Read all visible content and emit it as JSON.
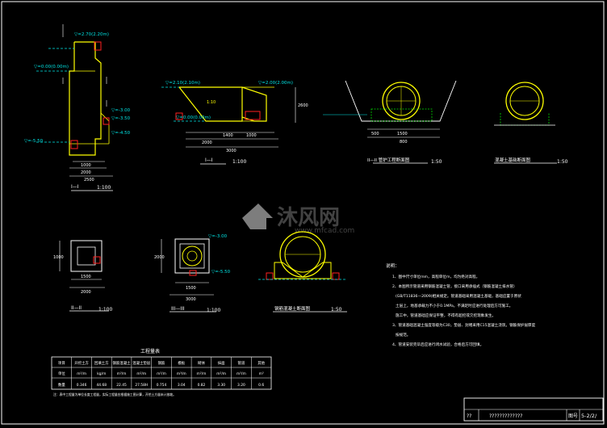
{
  "elevations": {
    "top_left": "▽=2.70(2.20m)",
    "left_water": "▽=0.00(0.00m)",
    "l_300": "▽=-3.00",
    "l_350": "▽=-3.50",
    "l_450": "▽=-4.50",
    "l_550": "▽=-5.50",
    "mid_a": "▽=2.10(2.10m)",
    "mid_b": "▽=0.00(0.00m)",
    "mid_right": "▽=2.00(2.00m)",
    "plan_right_top": "▽=-3.00",
    "plan_right_bot": "▽=-5.50"
  },
  "dims": {
    "left_1000": "1000",
    "left_2000": "2000",
    "left_2500": "2500",
    "mid_1400": "1400",
    "mid_1000": "1000",
    "mid_2000": "2000",
    "mid_3000": "3000",
    "mid_2600": "2600",
    "mid_ratio": "1:10",
    "p1_1000": "1000",
    "p1_1500": "1500",
    "p1_2000": "2000",
    "p2_2000": "2000",
    "p2_1500": "1500",
    "p2_3000": "3000",
    "s1_500": "500",
    "s1_1500": "1500",
    "s1_800": "800"
  },
  "titles": {
    "sec_left": "I—I",
    "sec_left_scale": "1:100",
    "sec_mid": "I—I",
    "sec_mid_scale": "1:100",
    "pipe1": "II—II 管护工程断面图",
    "pipe1_scale": "1:50",
    "pipe2": "混凝土基础断面图",
    "pipe2_scale": "1:50",
    "plan1": "II—II",
    "plan1_scale": "1:100",
    "plan2": "III—III",
    "plan2_scale": "1:100",
    "pipe3": "钢筋混凝土断面图",
    "pipe3_scale": "1:50"
  },
  "watermark": {
    "brand_cn": "沐风网",
    "brand_url": "www.mfcad.com"
  },
  "notes": {
    "heading": "说明：",
    "lines": [
      "1、图中尺寸单位mm，高程单位m，均为绝对高程。",
      "2、本图所示管道采用钢筋混凝土管，接口采用承插式（钢筋混凝土排水管）",
      "(GB/T11836—2009)相关规定。管道基础采用混凝土基础，基础应置于原状",
      "土层上，地基承载力不小于0.1MPa，不满足时应进行处理后方可施工。",
      "施工中，管道基础应保证平整，不得有超挖或欠挖现象发生。",
      "3、管道基础混凝土强度等级为C30，垫层、封堵采用C15混凝土浇筑，钢筋保护层厚度",
      "按规范。",
      "4、管道安装完毕后应进行闭水试验，合格后方可回填。"
    ]
  },
  "quantity_table": {
    "title": "工程量表",
    "header": [
      "项目",
      "开挖土方",
      "回填土方",
      "钢筋混凝土",
      "混凝土垫层",
      "钢筋",
      "模板",
      "砌体",
      "抹面",
      "管道",
      "其他"
    ],
    "units": [
      "单位",
      "m³/m",
      "kg/m",
      "m³/m",
      "m²/m",
      "m³/m",
      "m³/m",
      "m²/m",
      "m²/m",
      "m³/m",
      "m³"
    ],
    "values": [
      "数量",
      "0.346",
      "44.68",
      "22.45",
      "27.58H",
      "0.754",
      "3.04",
      "0.82",
      "3.30",
      "3.20",
      "0.6"
    ],
    "footnote": "注：表中工程量为单位长度工程量，实际工程量应根据施工图计算，开挖土方量未计放坡。"
  },
  "title_block": {
    "left_cell": "??",
    "name_cell": "?????????????",
    "label_cell": "图号",
    "number_cell": "5-2/2/"
  }
}
